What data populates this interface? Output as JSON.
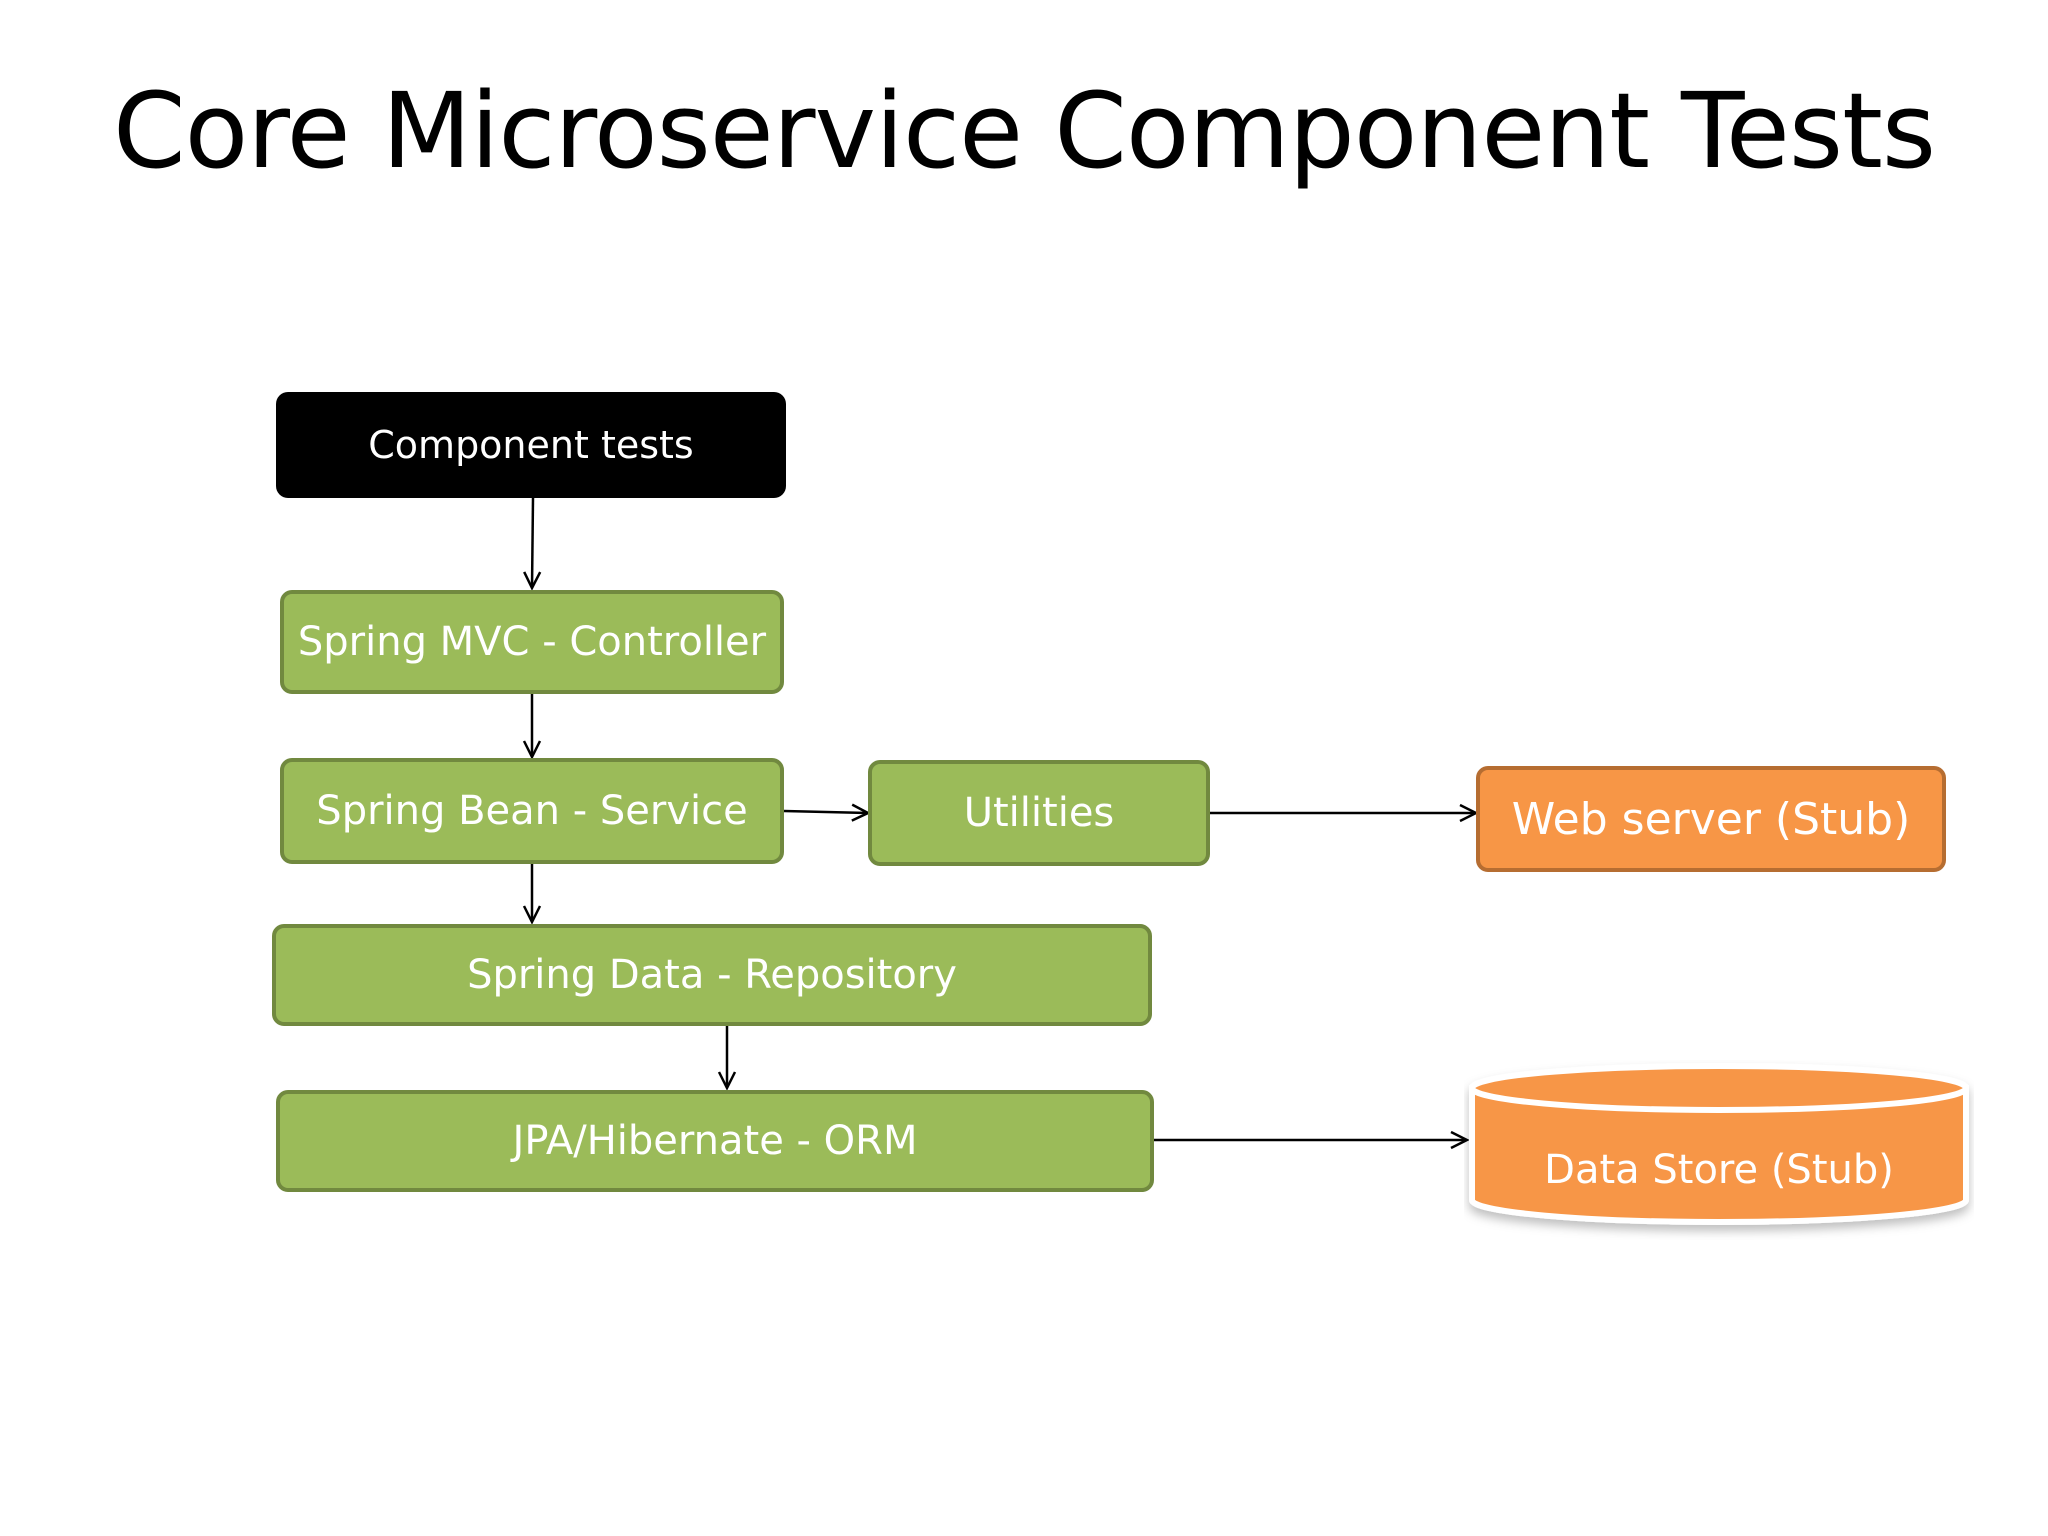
{
  "title": "Core Microservice Component Tests",
  "nodes": {
    "component_tests": "Component tests",
    "controller": "Spring MVC - Controller",
    "service": "Spring Bean - Service",
    "utilities": "Utilities",
    "web_server": "Web server (Stub)",
    "repository": "Spring Data - Repository",
    "orm": "JPA/Hibernate - ORM",
    "data_store": "Data Store (Stub)"
  },
  "colors": {
    "component_box": "#000000",
    "layer_fill": "#9bbb59",
    "layer_border": "#71893f",
    "stub_fill": "#f79646",
    "stub_border": "#b66d31",
    "connector": "#000000"
  }
}
